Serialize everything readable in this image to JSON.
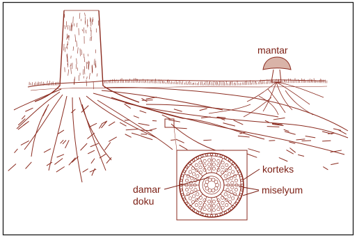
{
  "labels": {
    "mushroom": "mantar",
    "cortex": "korteks",
    "vascular": "damar\ndoku",
    "mycelium": "miselyum"
  },
  "colors": {
    "ink": "#8a2a1e",
    "text": "#7a1d12",
    "frame": "#1a1a1a",
    "background": "#ffffff"
  }
}
